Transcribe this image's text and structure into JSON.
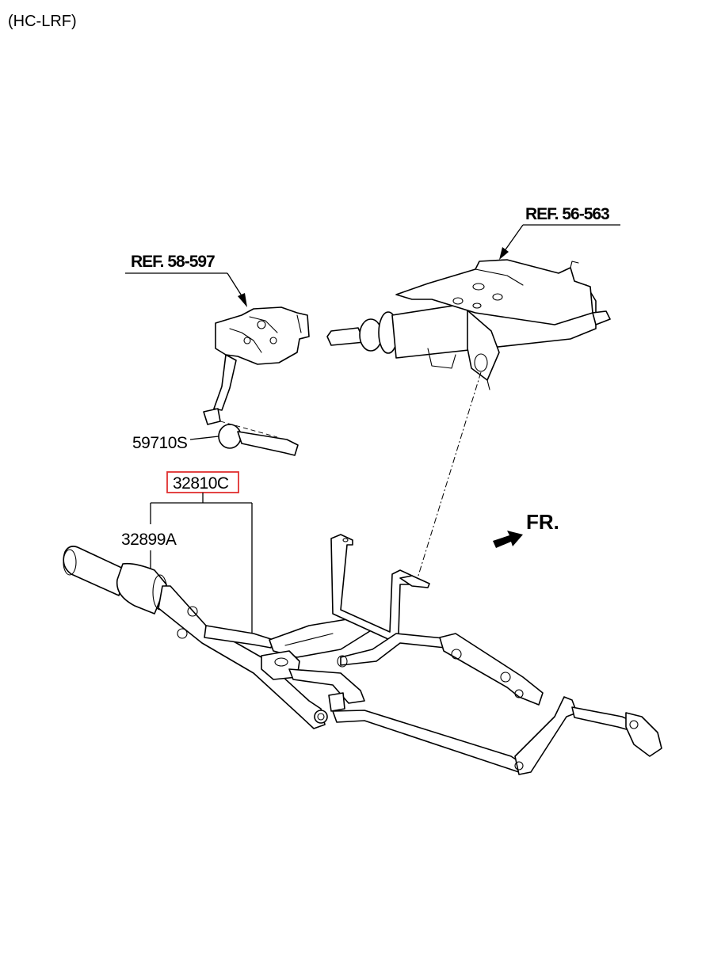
{
  "header": {
    "model_code": "(HC-LRF)"
  },
  "callouts": {
    "ref_column": "REF. 56-563",
    "ref_pedal": "REF. 58-597",
    "part_knob": "59710S",
    "part_assembly": "32810C",
    "part_sub": "32899A",
    "direction": "FR."
  },
  "colors": {
    "line": "#000000",
    "highlight": "#e03030",
    "background": "#ffffff"
  }
}
